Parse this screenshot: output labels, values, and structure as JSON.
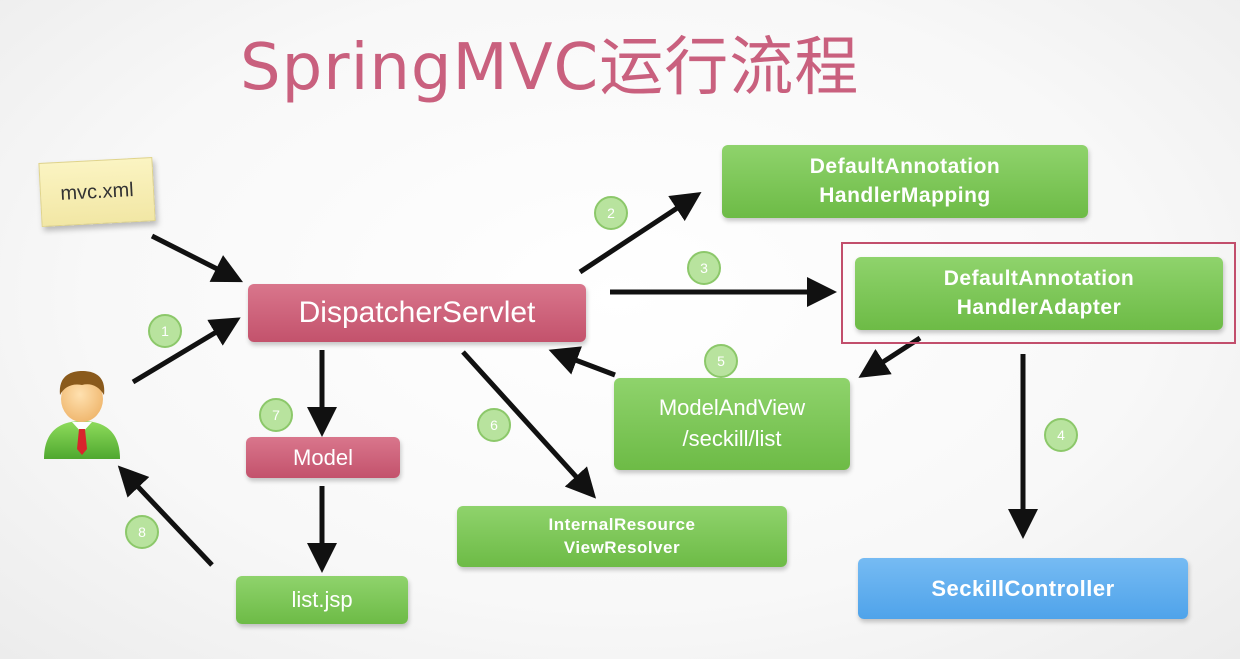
{
  "title": "SpringMVC运行流程",
  "config_note": "mvc.xml",
  "nodes": {
    "dispatcher": "DispatcherServlet",
    "handler_mapping": "DefaultAnnotation\nHandlerMapping",
    "handler_adapter": "DefaultAnnotation\nHandlerAdapter",
    "model_and_view": "ModelAndView\n/seckill/list",
    "view_resolver": "InternalResource\nViewResolver",
    "model": "Model",
    "list_jsp": "list.jsp",
    "controller": "SeckillController"
  },
  "steps": [
    "1",
    "2",
    "3",
    "4",
    "5",
    "6",
    "7",
    "8"
  ],
  "colors": {
    "title": "#c9607e",
    "green_box": "#79c452",
    "red_box": "#cb5f77",
    "blue_box": "#5aa8ee",
    "highlight_border": "#c24e6c",
    "arrow": "#111111"
  },
  "icons": {
    "user": "user-icon"
  }
}
